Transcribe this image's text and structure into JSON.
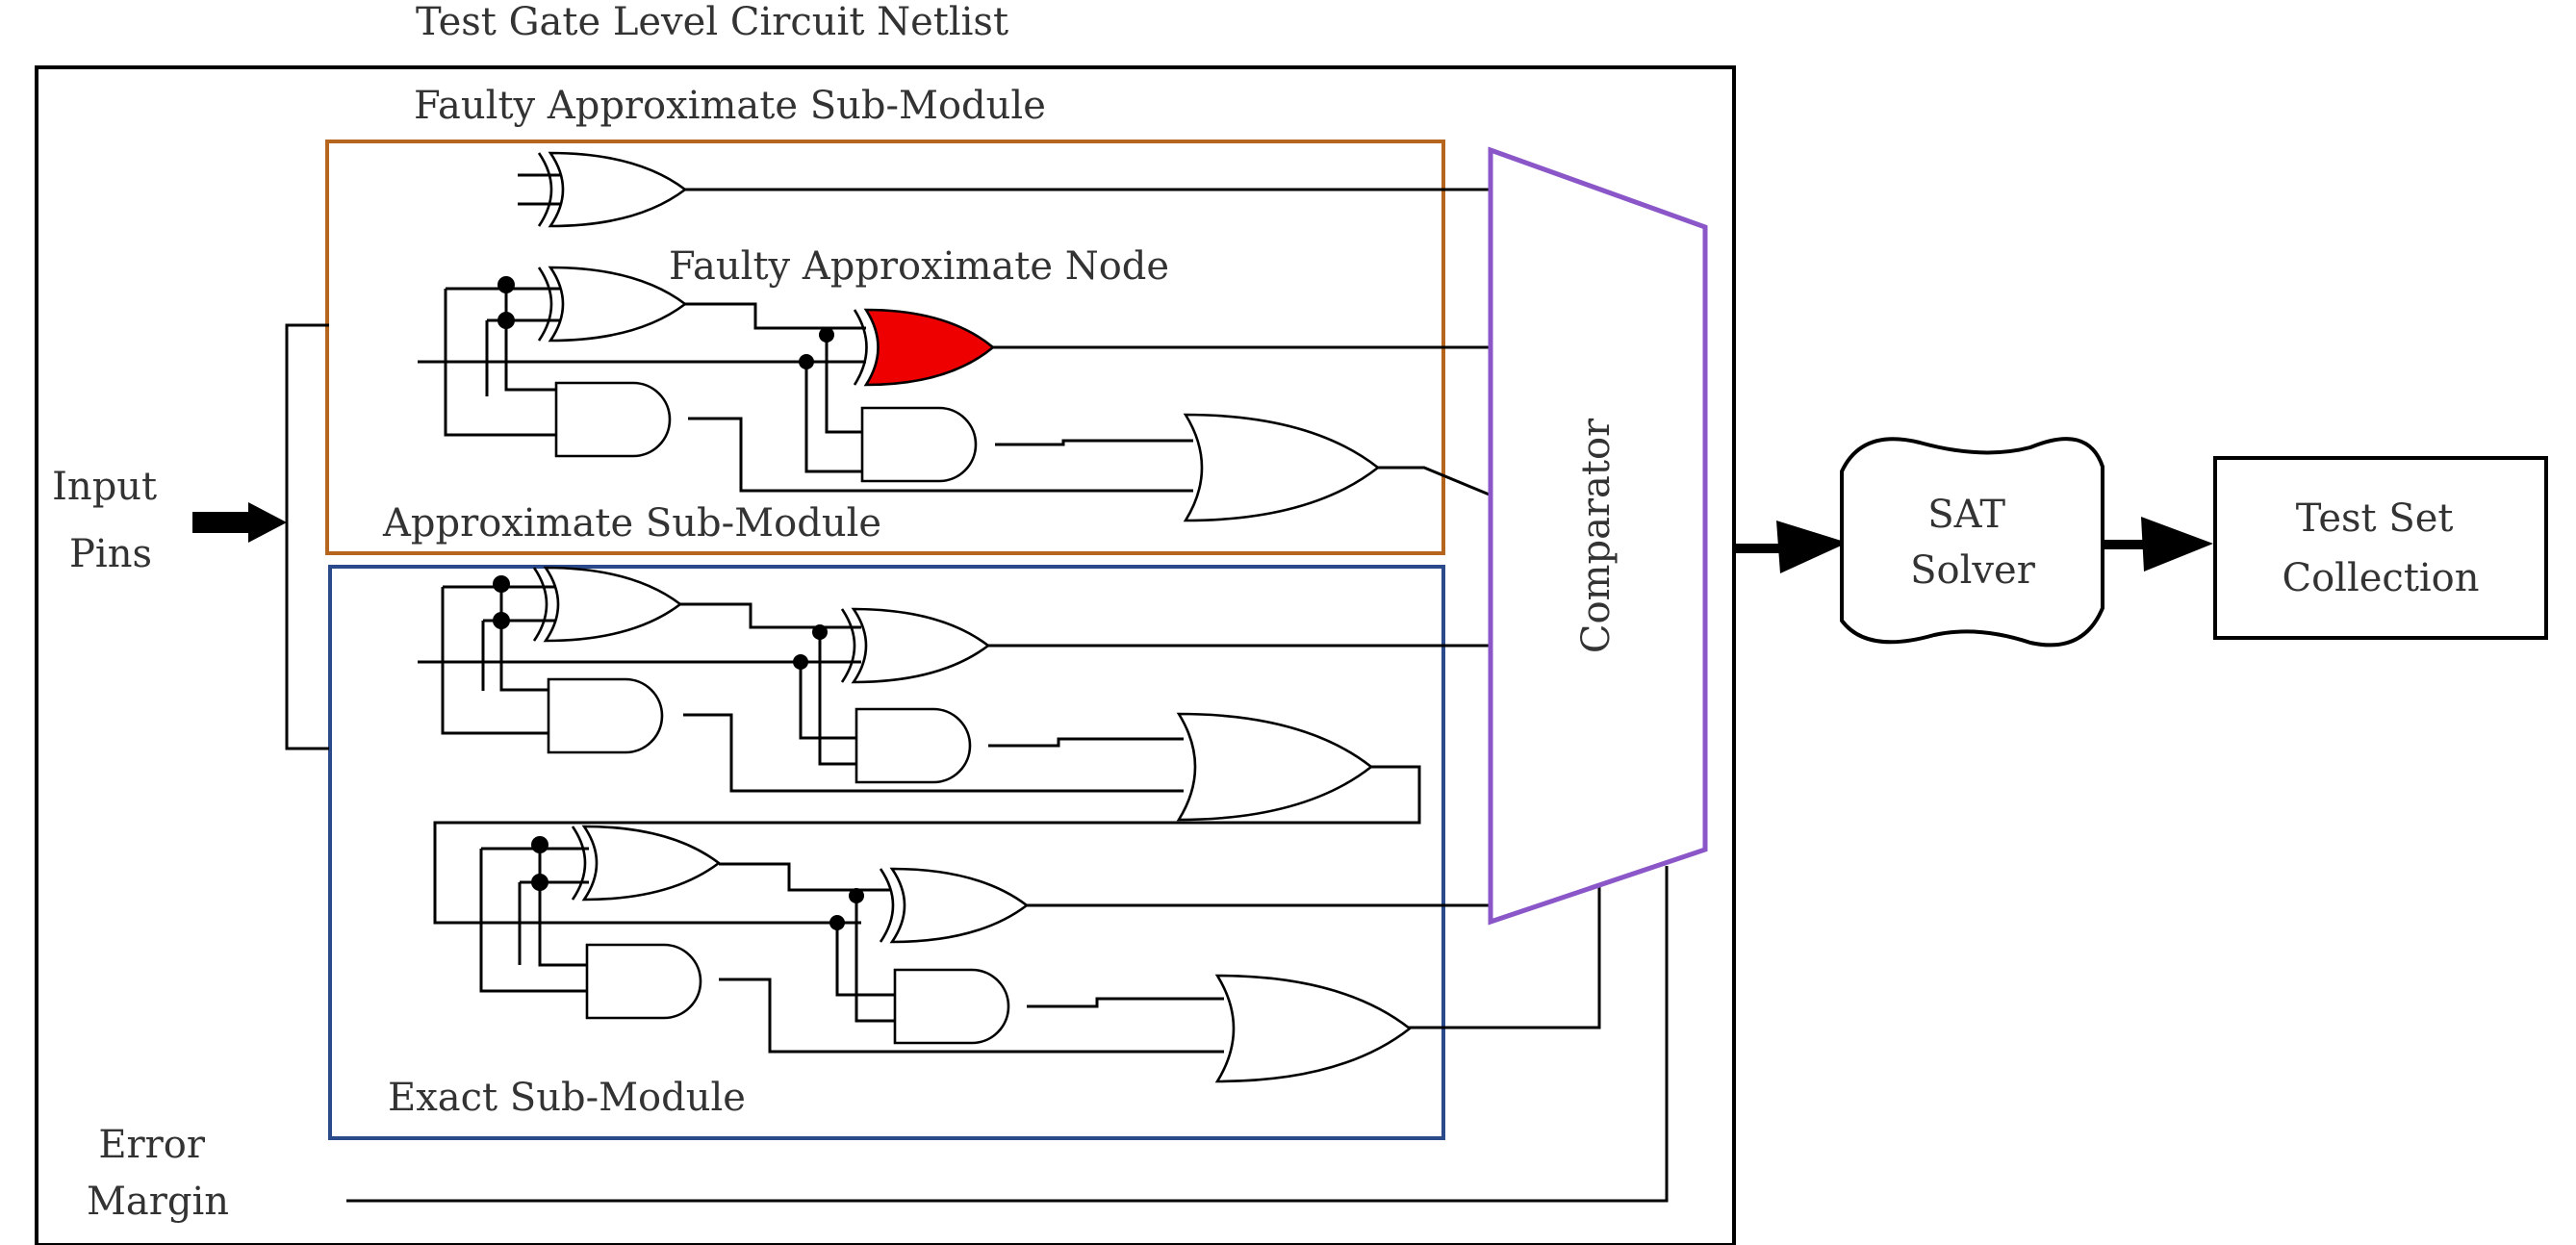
{
  "title": "Test Gate Level Circuit Netlist",
  "faulty_module_label": "Faulty Approximate Sub-Module",
  "faulty_node_label": "Faulty Approximate Node",
  "approx_module_label": "Approximate Sub-Module",
  "exact_module_label": "Exact Sub-Module",
  "input_label": [
    "Input",
    "Pins"
  ],
  "error_label": [
    "Error",
    "Margin"
  ],
  "comparator_label": "Comparator",
  "sat_label": [
    "SAT",
    "Solver"
  ],
  "testset_label": [
    "Test Set",
    "Collection"
  ],
  "colors": {
    "faulty_border": "#b5651d",
    "exact_border": "#2b4a8b",
    "comparator_border": "#8a56c8",
    "faulty_node": "#ee0000"
  }
}
